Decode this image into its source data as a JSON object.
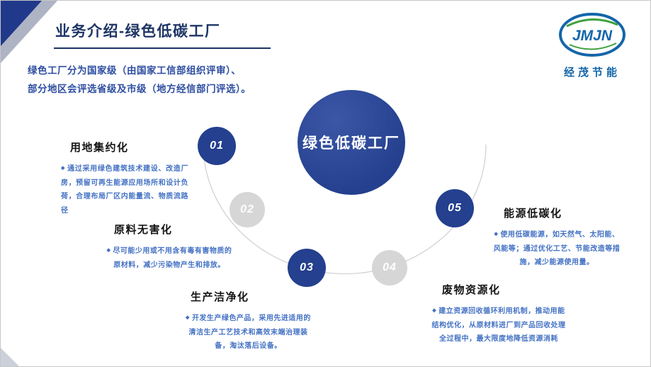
{
  "slide": {
    "title": "业务介绍-绿色低碳工厂",
    "intro": {
      "line1": "绿色工厂分为国家级（由国家工信部组织评审）、",
      "line2": "部分地区会评选省级及市级（地方经信部门评选）。"
    },
    "logo": {
      "name": "JMJN",
      "subtitle": "经茂节能"
    },
    "center_label": "绿色低碳工厂",
    "bullet_glyph": "◆",
    "items": [
      {
        "number": "01",
        "title": "用地集约化",
        "desc": "通过采用绿色建筑技术建设、改造厂房，预留可再生能源应用场所和设计负荷，合理布局厂区内能量流、物质流路径",
        "style": "blue"
      },
      {
        "number": "02",
        "title": "原料无害化",
        "desc": "尽可能少用或不用含有毒有害物质的原材料，减少污染物产生和排放。",
        "style": "gray"
      },
      {
        "number": "03",
        "title": "生产洁净化",
        "desc": "开发生产绿色产品，采用先进适用的清洁生产工艺技术和高效末端治理装备，淘汰落后设备。",
        "style": "blue"
      },
      {
        "number": "04",
        "title": "废物资源化",
        "desc": "建立资源回收循环利用机制，推动用能结构优化，从原材料进厂到产品回收处理全过程中，最大限度地降低资源消耗",
        "style": "gray"
      },
      {
        "number": "05",
        "title": "能源低碳化",
        "desc": "使用低碳能源，如天然气、太阳能、风能等；通过优化工艺、节能改造等措施，减少能源使用量。",
        "style": "blue"
      }
    ],
    "colors": {
      "primary_navy": "#24408e",
      "title_navy": "#1e3566",
      "intro_blue": "#2d4da1",
      "node_gray": "#d6d6d6",
      "desc_blue": "#4472c4",
      "logo_blue": "#1366a9",
      "logo_green": "#3fa13f"
    }
  }
}
